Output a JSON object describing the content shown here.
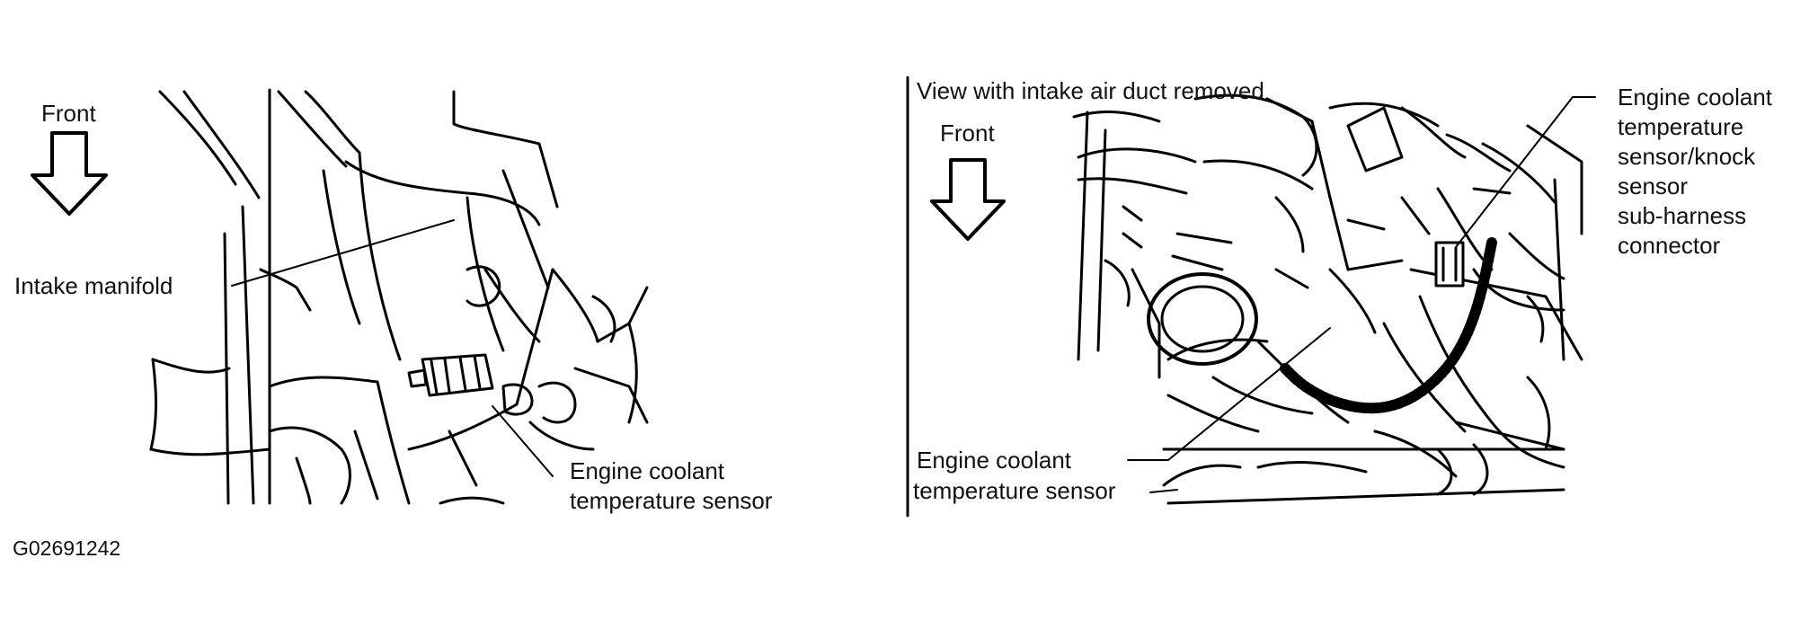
{
  "left_panel": {
    "front_label": "Front",
    "intake_manifold_label": "Intake manifold",
    "ect_sensor_label_line1": "Engine coolant",
    "ect_sensor_label_line2": "temperature sensor"
  },
  "right_panel": {
    "view_caption": "View with intake air duct removed",
    "front_label": "Front",
    "connector_label_lines": [
      "Engine coolant",
      "temperature",
      "sensor/knock",
      "sensor",
      "sub-harness",
      "connector"
    ],
    "ect_sensor_label_line1": "Engine coolant",
    "ect_sensor_label_line2": "temperature sensor"
  },
  "figure_id": "G02691242"
}
